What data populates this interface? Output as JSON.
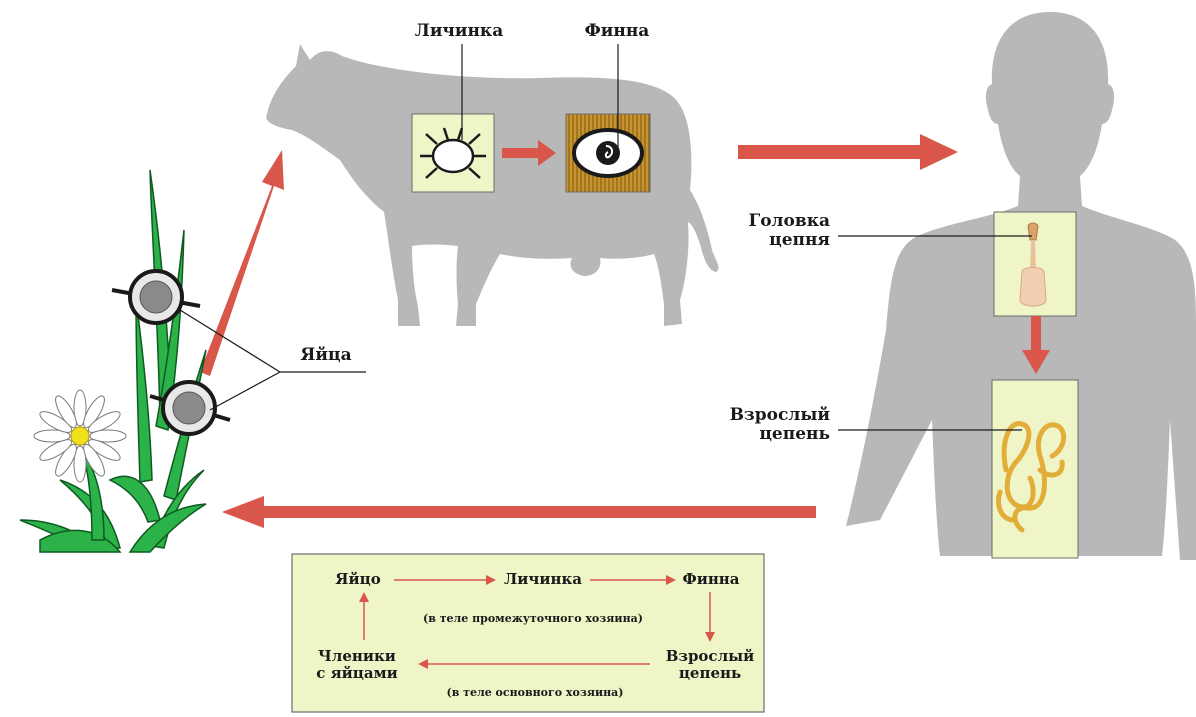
{
  "labels": {
    "larva": "Личинка",
    "finna": "Финна",
    "eggs": "Яйца",
    "head_line1": "Головка",
    "head_line2": "цепня",
    "adult_line1": "Взрослый",
    "adult_line2": "цепень"
  },
  "cycle_box": {
    "egg": "Яйцо",
    "larva": "Личинка",
    "finna": "Финна",
    "intermediate_host": "(в теле промежуточного хозяина)",
    "adult_line1": "Взрослый",
    "adult_line2": "цепень",
    "definitive_host": "(в теле основного хозяина)",
    "segments_line1": "Членики",
    "segments_line2": "с яйцами"
  },
  "colors": {
    "arrow": "#d9564a",
    "silhouette": "#b8b8b8",
    "panel": "#f0f5c8",
    "finna_bg": "#c8942e",
    "grass": "#2bb34a"
  }
}
